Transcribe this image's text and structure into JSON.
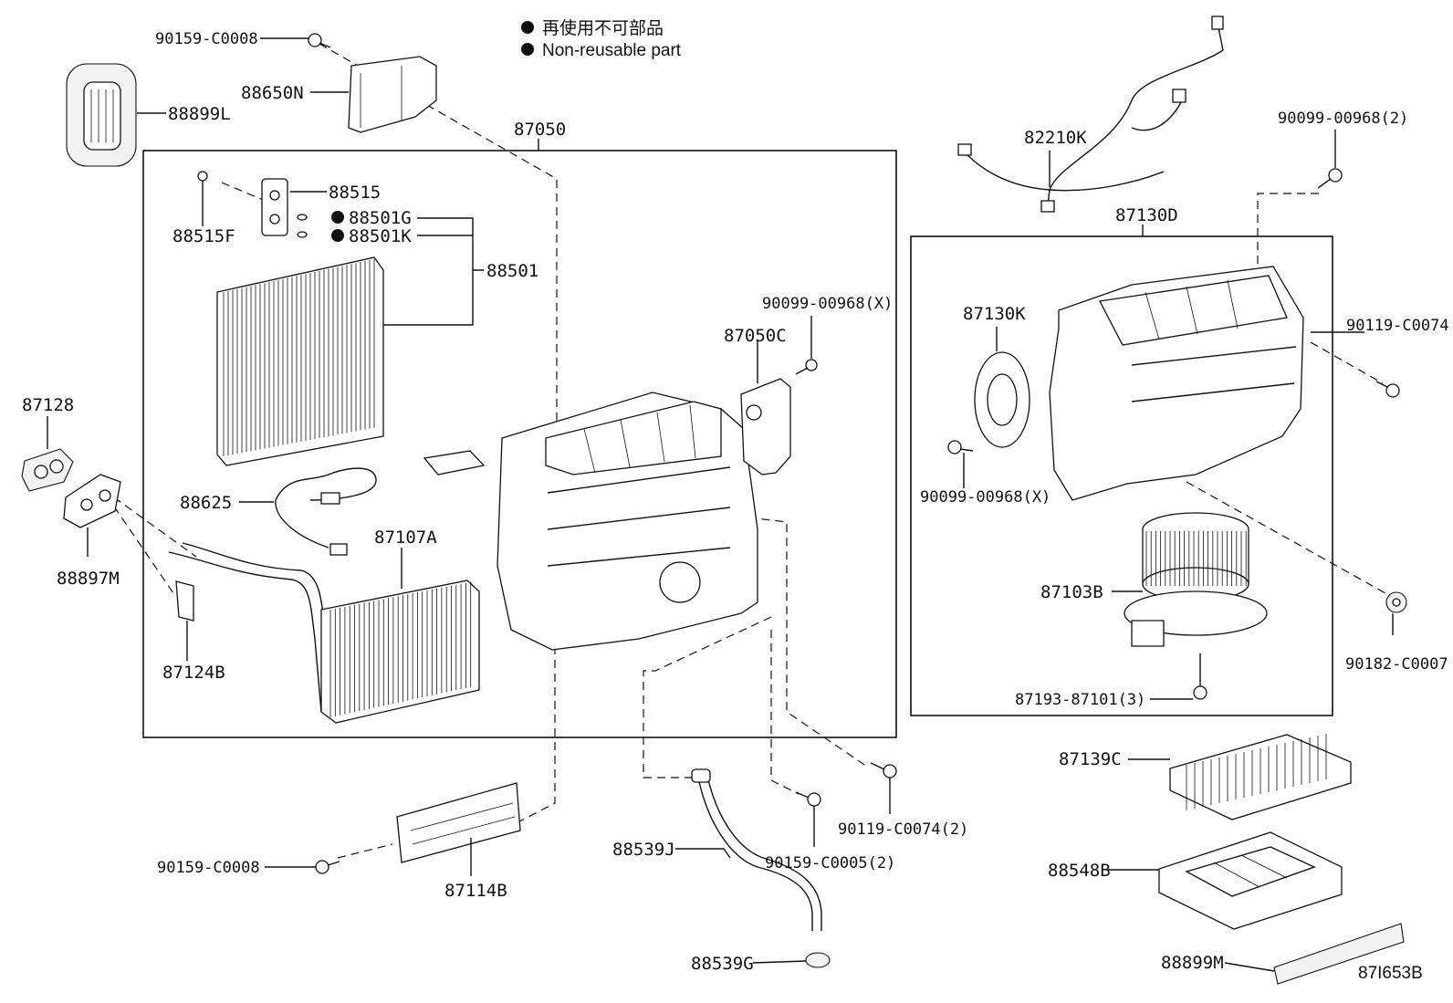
{
  "legend": {
    "jp": "再使用不可部品",
    "en": "Non-reusable part"
  },
  "diagram_code": "87I653B",
  "callouts": {
    "p90159_c0008_top": "90159-C0008",
    "p88650n": "88650N",
    "p88899l": "88899L",
    "p87050": "87050",
    "p88515": "88515",
    "p88501g": "88501G",
    "p88501k": "88501K",
    "p88515f": "88515F",
    "p88501": "88501",
    "p90099_00968x_top": "90099-00968(X)",
    "p87050c": "87050C",
    "p87128": "87128",
    "p88625": "88625",
    "p88897m": "88897M",
    "p87107a": "87107A",
    "p87124b": "87124B",
    "p82210k": "82210K",
    "p90099_00968_2": "90099-00968(2)",
    "p87130d": "87130D",
    "p87130k": "87130K",
    "p90119_c0074": "90119-C0074",
    "p90099_00968x_mid": "90099-00968(X)",
    "p87103b": "87103B",
    "p90182_c0007": "90182-C0007",
    "p87193_87101_3": "87193-87101(3)",
    "p87139c": "87139C",
    "p88548b": "88548B",
    "p88899m": "88899M",
    "p90119_c0074_2": "90119-C0074(2)",
    "p90159_c0005_2": "90159-C0005(2)",
    "p88539j": "88539J",
    "p88539g": "88539G",
    "p90159_c0008_bot": "90159-C0008",
    "p87114b": "87114B"
  }
}
